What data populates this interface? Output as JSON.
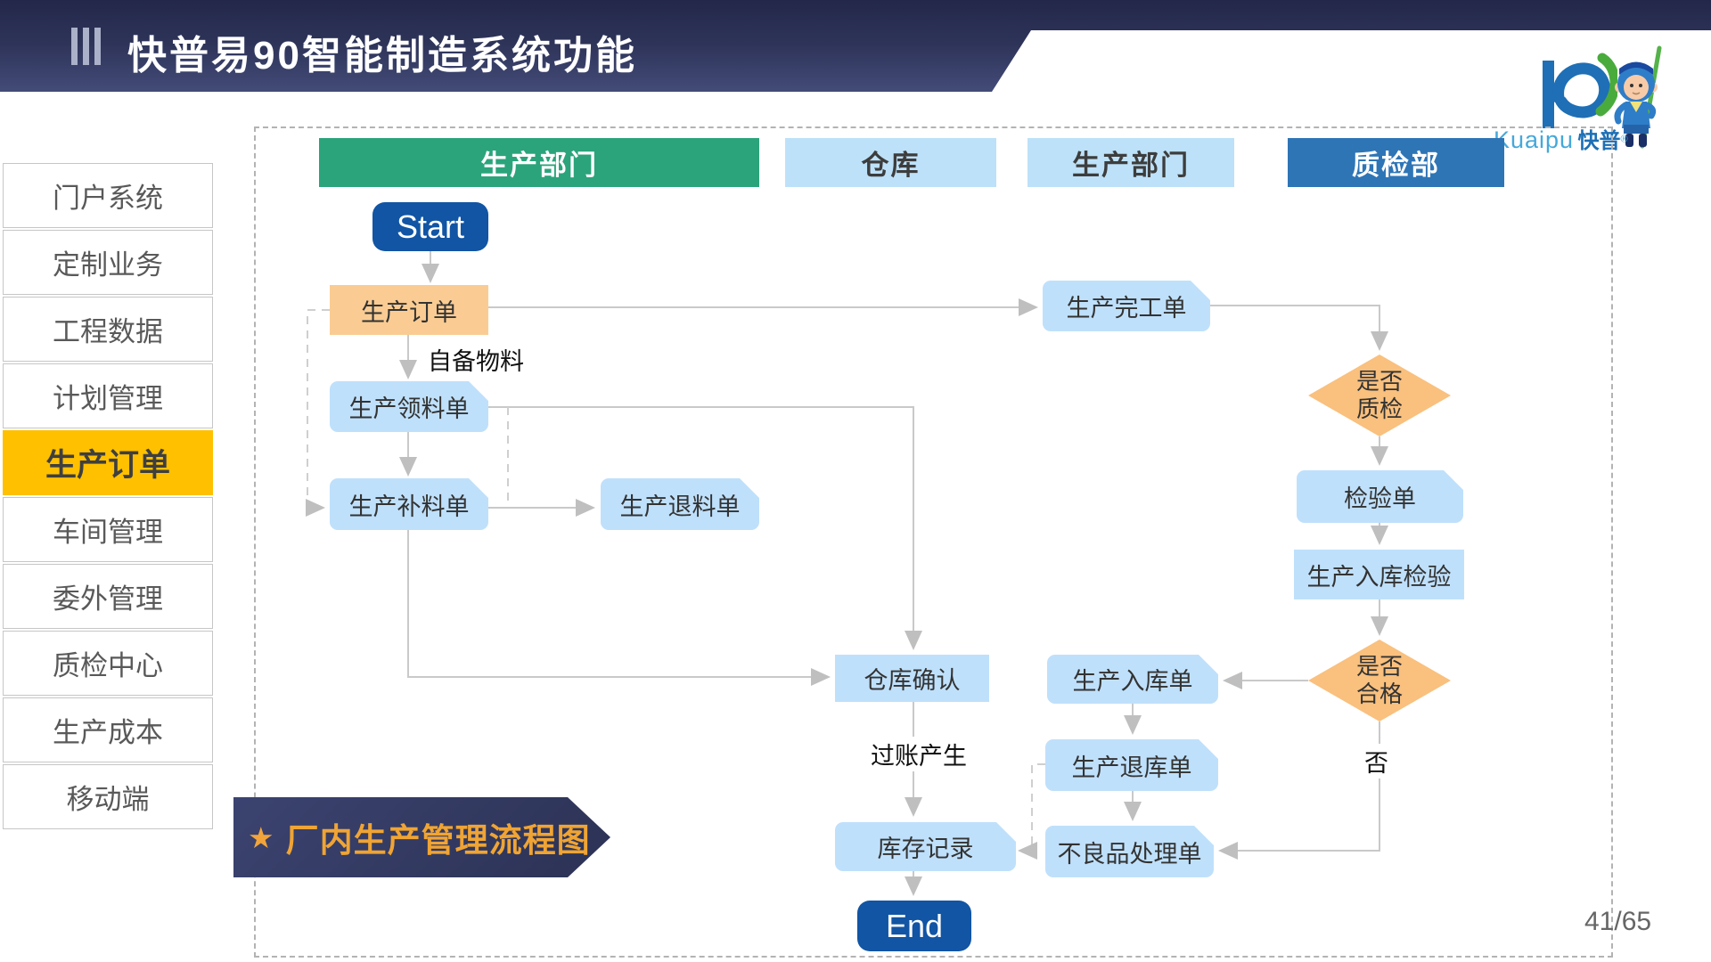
{
  "slide": {
    "title": "快普易90智能制造系统功能",
    "page_number": "41/65"
  },
  "logo": {
    "brand_en": "Kuaipu",
    "brand_cn": "快普",
    "reg_mark": "®"
  },
  "sidebar": {
    "items": [
      {
        "label": "门户系统",
        "active": false
      },
      {
        "label": "定制业务",
        "active": false
      },
      {
        "label": "工程数据",
        "active": false
      },
      {
        "label": "计划管理",
        "active": false
      },
      {
        "label": "生产订单",
        "active": true
      },
      {
        "label": "车间管理",
        "active": false
      },
      {
        "label": "委外管理",
        "active": false
      },
      {
        "label": "质检中心",
        "active": false
      },
      {
        "label": "生产成本",
        "active": false
      },
      {
        "label": "移动端",
        "active": false
      }
    ]
  },
  "flowchart": {
    "lanes": [
      {
        "label": "生产部门",
        "variant": "green"
      },
      {
        "label": "仓库",
        "variant": "light"
      },
      {
        "label": "生产部门",
        "variant": "light"
      },
      {
        "label": "质检部",
        "variant": "blue"
      }
    ],
    "nodes": {
      "start": "Start",
      "production_order": "生产订单",
      "material_requisition": "生产领料单",
      "material_refill": "生产补料单",
      "material_return": "生产退料单",
      "completion": "生产完工单",
      "need_inspection": "是否\n质检",
      "inspection_sheet": "检验单",
      "inbound_inspection": "生产入库检验",
      "qualified": "是否\n合格",
      "warehouse_confirm": "仓库确认",
      "inbound_order": "生产入库单",
      "inbound_return": "生产退库单",
      "inventory_record": "库存记录",
      "defective_order": "不良品处理单",
      "end": "End"
    },
    "edge_labels": {
      "self_material": "自备物料",
      "posting": "过账产生",
      "no": "否"
    },
    "ribbon": {
      "star": "★",
      "label": "厂内生产管理流程图"
    }
  },
  "colors": {
    "banner_navy": "#2B3155",
    "lane_green": "#2BA47B",
    "lane_light_blue": "#BDE1F8",
    "lane_blue": "#2E75B6",
    "node_blue": "#BFE0FB",
    "node_orange": "#FACC93",
    "diamond_orange": "#F9C07E",
    "terminal_blue": "#1155A4",
    "active_menu_yellow": "#FFC000",
    "ribbon_text_orange": "#F0A434",
    "connector_gray": "#C9C9C9"
  }
}
